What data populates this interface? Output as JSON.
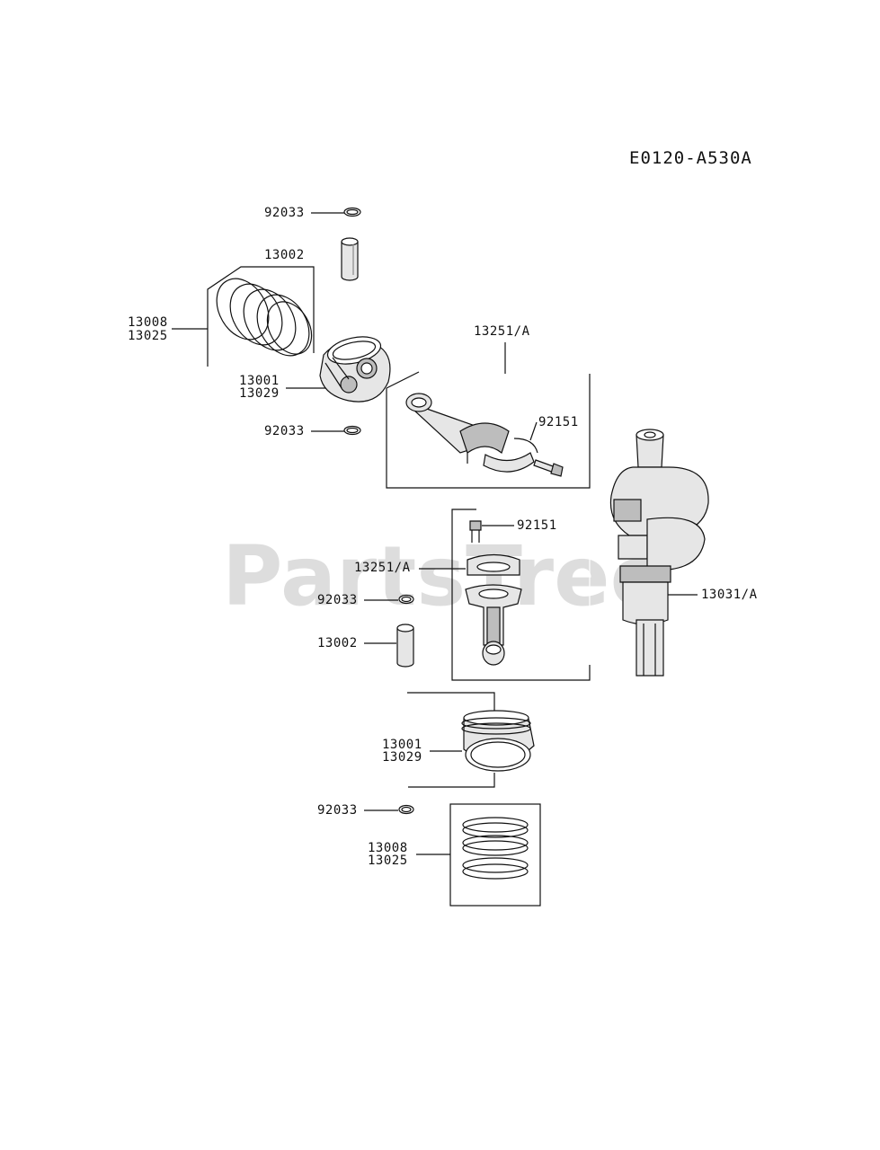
{
  "diagram_code": "E0120-A530A",
  "watermark": "PartsTree",
  "callouts": {
    "retaining_ring_top": "92033",
    "piston_pin_top": "13002",
    "ring_set_top_a": "13008",
    "ring_set_top_b": "13025",
    "piston_top_a": "13001",
    "piston_top_b": "13029",
    "retaining_ring_mid": "92033",
    "conrod_top": "13251/A",
    "bolt_top": "92151",
    "bolt_bottom": "92151",
    "conrod_bottom": "13251/A",
    "retaining_ring_low": "92033",
    "piston_pin_bottom": "13002",
    "crankshaft": "13031/A",
    "piston_bottom_a": "13001",
    "piston_bottom_b": "13029",
    "retaining_ring_bottom": "92033",
    "ring_set_bottom_a": "13008",
    "ring_set_bottom_b": "13025"
  },
  "colors": {
    "line": "#111111",
    "shade": "#bdbdbd",
    "light": "#e6e6e6",
    "watermark": "#000000"
  }
}
